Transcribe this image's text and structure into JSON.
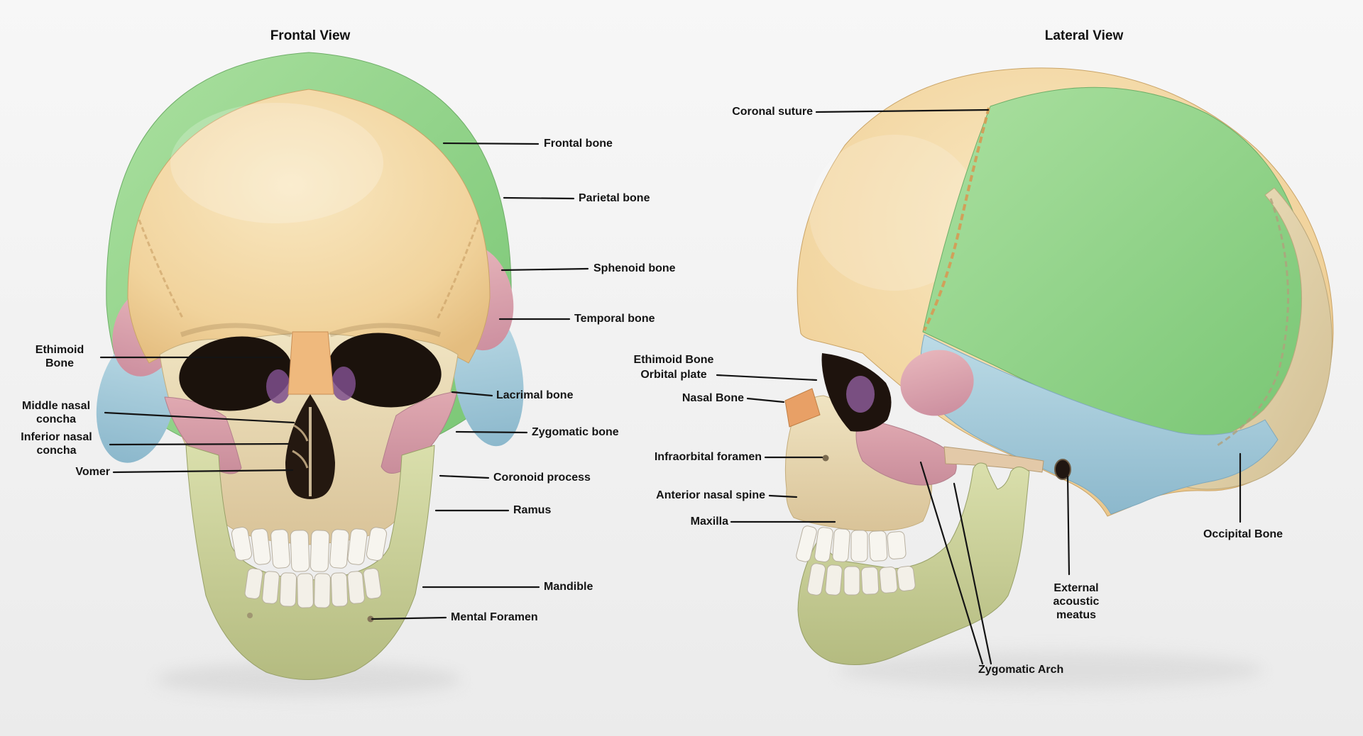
{
  "frontal": {
    "title": "Frontal View",
    "labels": {
      "frontal_bone": "Frontal bone",
      "parietal_bone": "Parietal bone",
      "sphenoid_bone": "Sphenoid bone",
      "temporal_bone": "Temporal bone",
      "lacrimal_bone": "Lacrimal bone",
      "zygomatic_bone": "Zygomatic bone",
      "coronoid_process": "Coronoid process",
      "ramus": "Ramus",
      "mandible": "Mandible",
      "mental_foramen": "Mental Foramen",
      "ethmoid_bone": "Ethimoid Bone",
      "middle_nasal_concha": "Middle nasal concha",
      "inferior_nasal_concha": "Inferior nasal concha",
      "vomer": "Vomer"
    }
  },
  "lateral": {
    "title": "Lateral View",
    "labels": {
      "coronal_suture": "Coronal suture",
      "ethmoid_bone_line1": "Ethimoid Bone",
      "ethmoid_bone_line2": "Orbital plate",
      "nasal_bone": "Nasal Bone",
      "infraorbital_foramen": "Infraorbital foramen",
      "anterior_nasal_spine": "Anterior nasal spine",
      "maxilla": "Maxilla",
      "occipital_bone": "Occipital Bone",
      "external_acoustic_meatus": "External acoustic meatus",
      "zygomatic_arch": "Zygomatic Arch"
    }
  },
  "colors": {
    "background": "#f2f2f2",
    "frontal_bone": "#f2d7a3",
    "parietal_bone": "#90d48a",
    "temporal_bone": "#a9cfdc",
    "sphenoid_bone": "#dfa9ad",
    "zygomatic_bone": "#d9a6ac",
    "maxilla": "#e9dcb6",
    "mandible": "#ccd29c",
    "occipital_bone": "#e4d7b3",
    "nasal_bone": "#e8a066",
    "ethmoid_bone": "#8a5a96",
    "leader_line": "#141414",
    "label_text": "#141414"
  }
}
